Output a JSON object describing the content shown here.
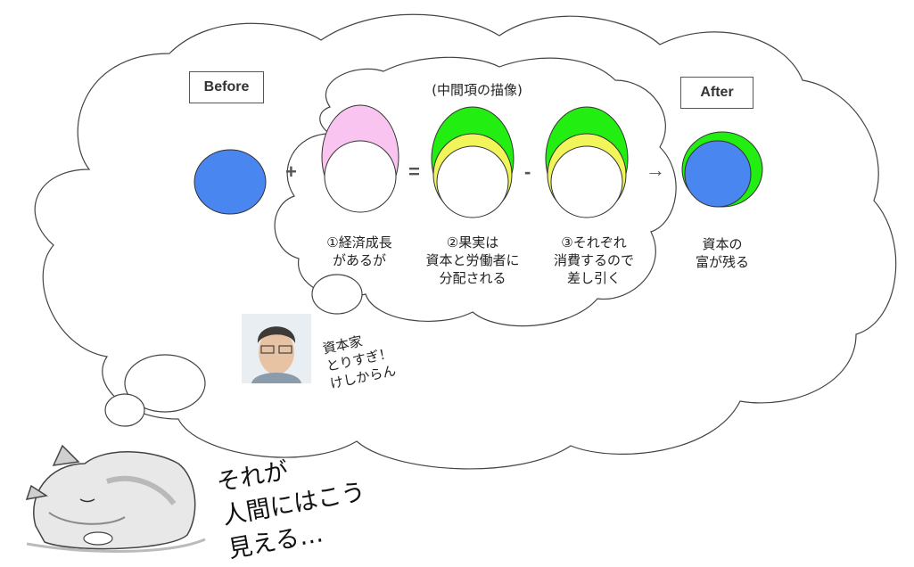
{
  "before_label": "Before",
  "after_label": "After",
  "middle_title": "(中間項の描像)",
  "operators": {
    "plus": "+",
    "equals": "=",
    "minus": "-",
    "arrow": "→"
  },
  "steps": [
    {
      "lines": [
        "①経済成長",
        "があるが"
      ]
    },
    {
      "lines": [
        "②果実は",
        "資本と労働者に",
        "分配される"
      ]
    },
    {
      "lines": [
        "③それぞれ",
        "消費するので",
        "差し引く"
      ]
    },
    {
      "lines": [
        "資本の",
        "富が残る"
      ]
    }
  ],
  "comment_lines": [
    "資本家",
    "とりすぎ！",
    "けしからん"
  ],
  "big_text_lines": [
    "それが",
    "人間にはこう",
    "見える…"
  ],
  "colors": {
    "blue": "#4a86f0",
    "pink": "#f9c5f0",
    "green": "#22ee11",
    "yellow": "#f2f55a"
  }
}
